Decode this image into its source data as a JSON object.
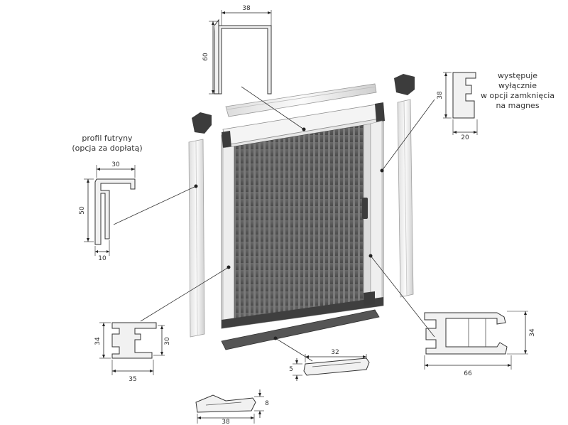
{
  "labels": {
    "frame_profile": "profil futryny\n(opcja za dopłatą)",
    "magnet_note": "występuje\nwyłącznie\nw opcji zamknięcia\nna magnes"
  },
  "dims": {
    "top_w": "38",
    "top_h": "60",
    "magnet_h": "38",
    "magnet_w": "20",
    "frame_w": "30",
    "frame_h": "50",
    "frame_lip": "10",
    "side_h": "34",
    "side_inner": "30",
    "side_w": "35",
    "bottom_w": "32",
    "bottom_h": "5",
    "right_h": "34",
    "right_w": "66",
    "track_h": "8",
    "track_w": "38"
  },
  "colors": {
    "mesh": "#5a5a5a",
    "aluminium": "#ececec",
    "cap": "#3c3c3c",
    "line": "#333333"
  }
}
